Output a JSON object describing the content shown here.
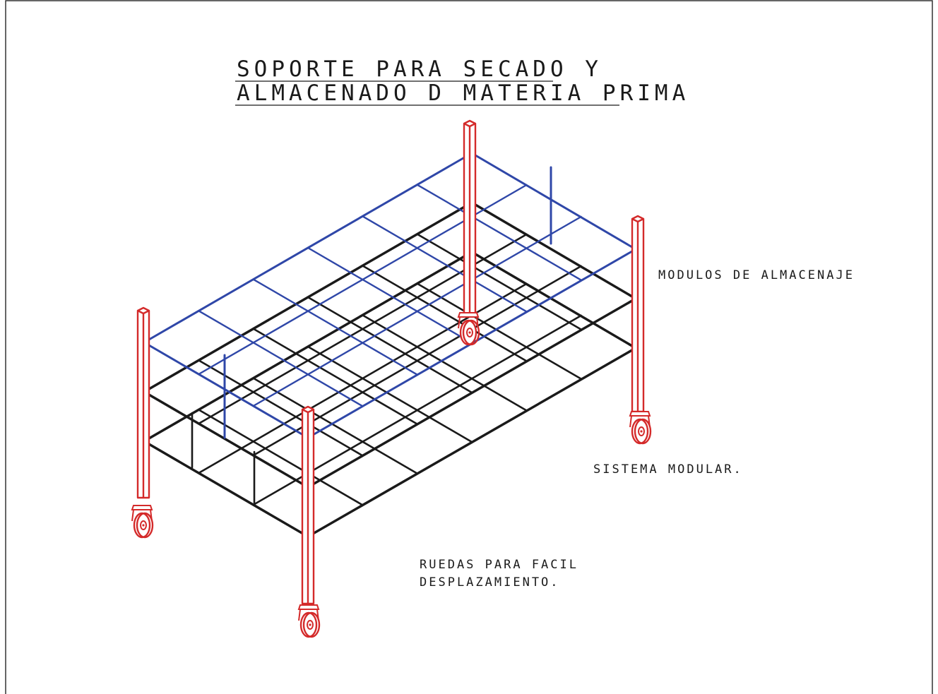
{
  "title": {
    "line1": "SOPORTE PARA SECADO Y",
    "line2": "ALMACENADO D MATERIA PRIMA"
  },
  "annotations": {
    "storage_modules": "MODULOS DE ALMACENAJE",
    "modular_system": "SISTEMA MODULAR.",
    "wheels_line1": "RUEDAS PARA FACIL",
    "wheels_line2": "DESPLAZAMIENTO."
  },
  "colors": {
    "frame_shelf": "#1a1a1a",
    "storage_module": "#2f47a8",
    "posts_and_wheels": "#d42a2a",
    "border": "#333333"
  },
  "icons": [
    "caster-wheel-icon"
  ]
}
